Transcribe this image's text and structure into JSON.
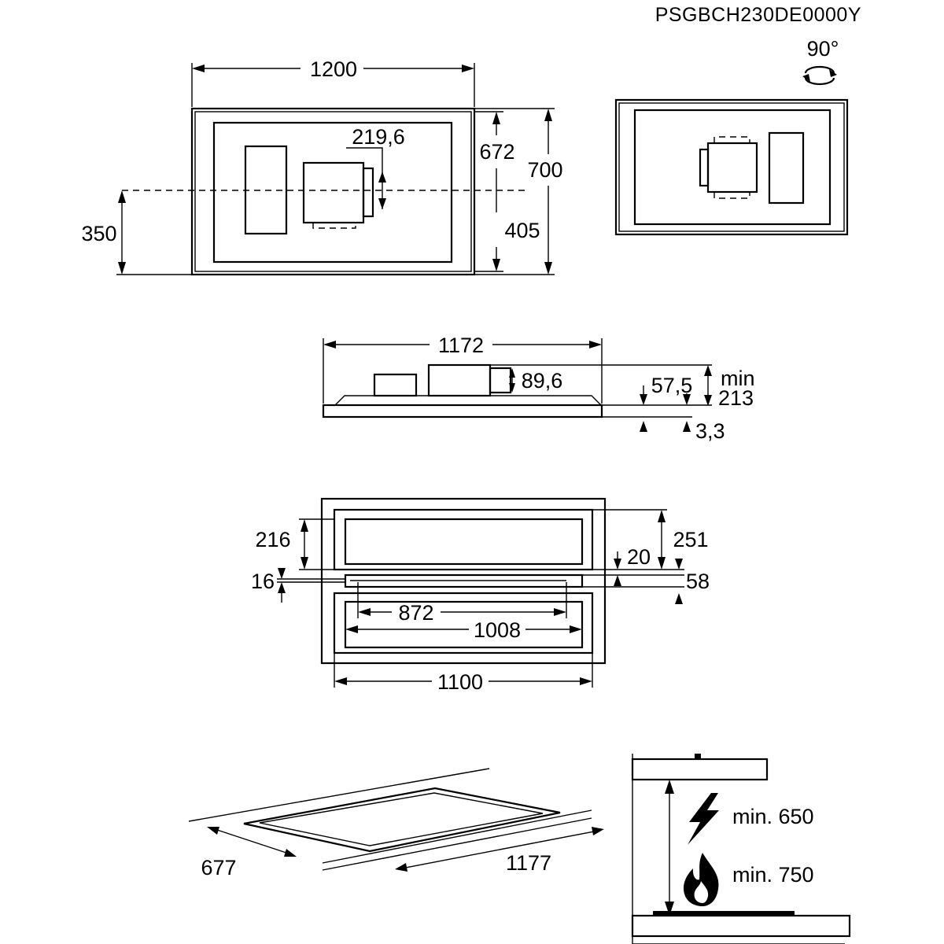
{
  "product_code": "PSGBCH230DE0000Y",
  "rotation_label": "90°",
  "top_view": {
    "width": "1200",
    "depth_inner": "672",
    "depth_outer": "700",
    "duct_offset": "219,6",
    "center_to_edge": "350",
    "duct_to_edge": "405"
  },
  "side_view": {
    "width": "1172",
    "duct_height": "89,6",
    "body_height": "57,5",
    "min_label": "min",
    "min_height": "213",
    "glass": "3,3"
  },
  "cutout_view": {
    "upper_depth": "216",
    "gap": "16",
    "upper_outer": "251",
    "rail": "20",
    "lower_offset": "58",
    "inner_width": "872",
    "mid_width": "1008",
    "outer_width": "1100"
  },
  "worktop_view": {
    "depth": "677",
    "width": "1177"
  },
  "clearance_view": {
    "electric_label": "min. 650",
    "gas_label": "min. 750",
    "electric_icon": "lightning-icon",
    "gas_icon": "flame-icon"
  }
}
